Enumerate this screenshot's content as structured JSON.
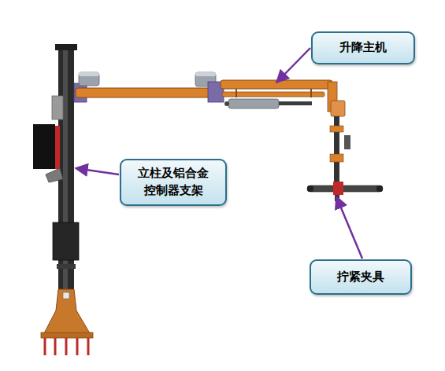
{
  "diagram": {
    "nodes": [
      {
        "text": [
          "升降主机"
        ]
      },
      {
        "text": [
          "立柱及铝合金 控制器支架"
        ]
      },
      {
        "text": [
          "拧紧夹具"
        ]
      }
    ]
  }
}
